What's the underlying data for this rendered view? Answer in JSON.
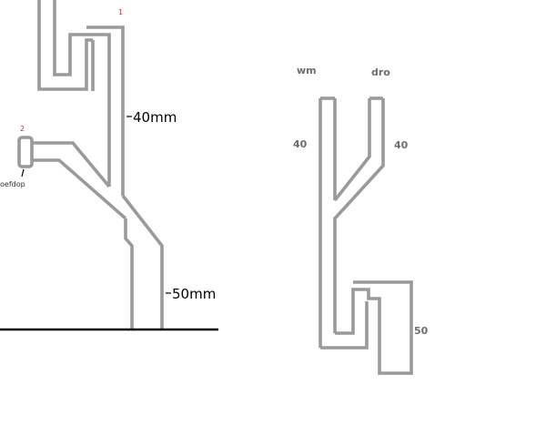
{
  "left_diagram": {
    "marker_1": "1",
    "marker_2": "2",
    "cap_label": "oefdop",
    "label_40": "40mm",
    "label_50": "50mm"
  },
  "right_diagram": {
    "label_wm": "wm",
    "label_dro": "dro",
    "label_40_left": "40",
    "label_40_right": "40",
    "label_50": "50"
  }
}
